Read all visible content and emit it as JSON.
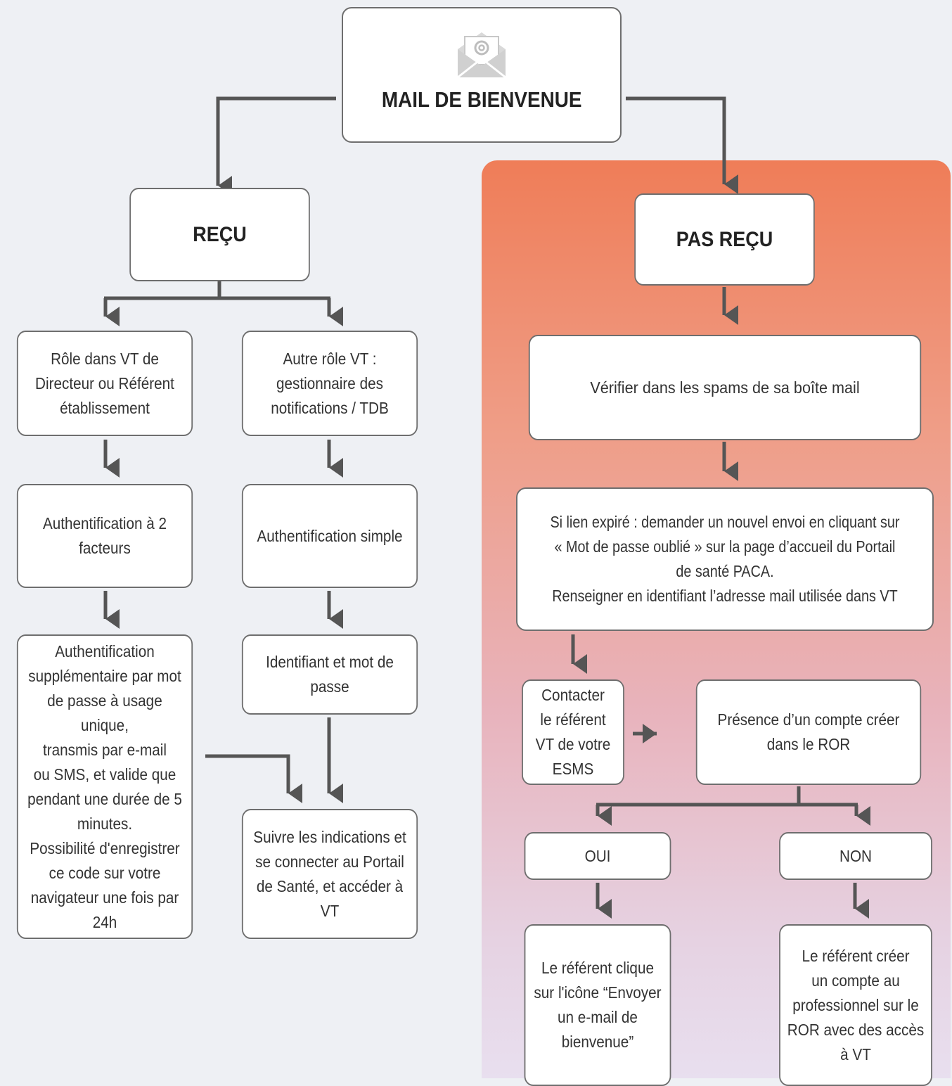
{
  "accent_color": "#ef7d58",
  "mail_icon": "envelope-at-icon",
  "mail_title": "MAIL DE BIENVENUE",
  "recu": {
    "title": "REÇU",
    "branch_director": "Rôle dans VT de\nDirecteur ou Référent\nétablissement",
    "branch_other": "Autre rôle VT :\ngestionnaire des\nnotifications / TDB",
    "auth_2fa": "Authentification à 2\nfacteurs",
    "auth_simple": "Authentification simple",
    "otp_details": "Authentification\nsupplémentaire par mot\nde passe à usage unique,\ntransmis par e-mail\nou SMS, et valide que\npendant une durée de 5\nminutes.\nPossibilité d'enregistrer\nce code sur votre\nnavigateur une fois par\n24h",
    "credentials": "Identifiant et mot de\npasse",
    "connect": "Suivre les indications et\nse connecter au Portail\nde Santé, et accéder à\nVT"
  },
  "pas_recu": {
    "title": "PAS REÇU",
    "check_spam": "Vérifier dans les spams de sa boîte mail",
    "expired_link": "Si lien expiré : demander un nouvel envoi en cliquant sur\n« Mot de passe oublié » sur la page d’accueil du Portail\nde santé PACA.\nRenseigner en identifiant l’adresse mail utilisée dans VT",
    "contact": "Contacter\nle référent\nVT de votre\nESMS",
    "account_exists": "Présence d’un compte créer\ndans le ROR",
    "oui": "OUI",
    "non": "NON",
    "oui_action": "Le référent clique\nsur l'icône “Envoyer\nun e-mail de\nbienvenue”",
    "non_action": "Le référent créer\nun compte au\nprofessionnel sur le\nROR avec des accès\nà VT"
  }
}
